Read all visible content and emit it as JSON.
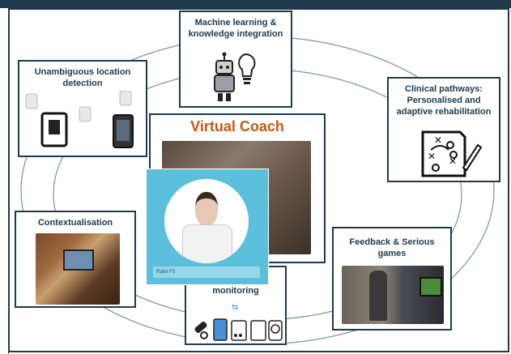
{
  "center": {
    "title": "Virtual Coach",
    "caption": "Rafel FS"
  },
  "nodes": {
    "machine_learning": "Machine learning & knowledge integration",
    "location": "Unambiguous location detection",
    "clinical": "Clinical pathways: Personalised and adaptive rehabilitation",
    "contextualisation": "Contextualisation",
    "feedback": "Feedback & Serious games",
    "monitoring": "monitoring"
  },
  "colors": {
    "border": "#1f3a4d",
    "title": "#c55a11",
    "ring": "#7a8a94"
  }
}
